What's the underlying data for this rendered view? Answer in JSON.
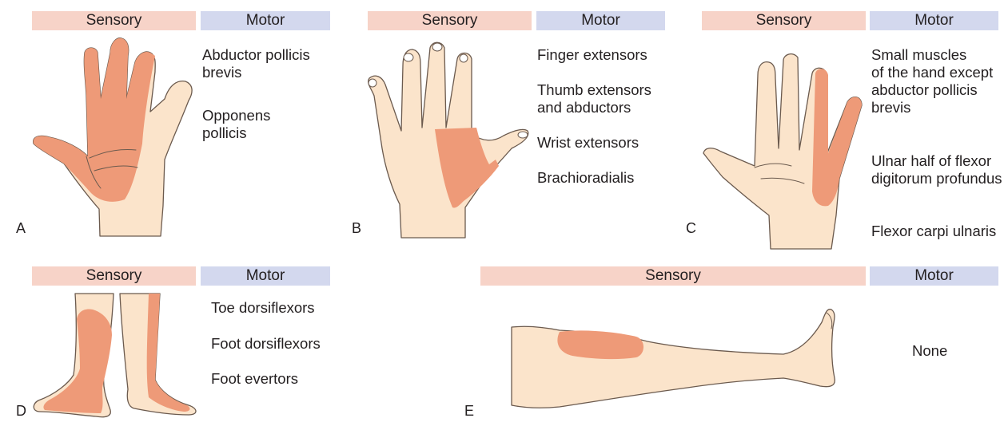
{
  "headers": {
    "sensory": "Sensory",
    "motor": "Motor"
  },
  "panels": {
    "a": {
      "label": "A",
      "motor": [
        "Abductor pollicis\nbrevis",
        "Opponens\npollicis"
      ]
    },
    "b": {
      "label": "B",
      "motor": [
        "Finger extensors",
        "Thumb extensors\nand abductors",
        "Wrist extensors",
        "Brachioradialis"
      ]
    },
    "c": {
      "label": "C",
      "motor": [
        "Small muscles\nof the hand except\nabductor pollicis\nbrevis",
        "Ulnar half of flexor\ndigitorum profundus",
        "Flexor carpi ulnaris"
      ]
    },
    "d": {
      "label": "D",
      "motor": [
        "Toe dorsiflexors",
        "Foot dorsiflexors",
        "Foot evertors"
      ]
    },
    "e": {
      "label": "E",
      "motor": [
        "None"
      ]
    }
  },
  "colors": {
    "sensory_header": "#f7d3c8",
    "motor_header": "#d3d8ee",
    "skin": "#fbe4cb",
    "sensory_zone": "#ee9a78"
  }
}
